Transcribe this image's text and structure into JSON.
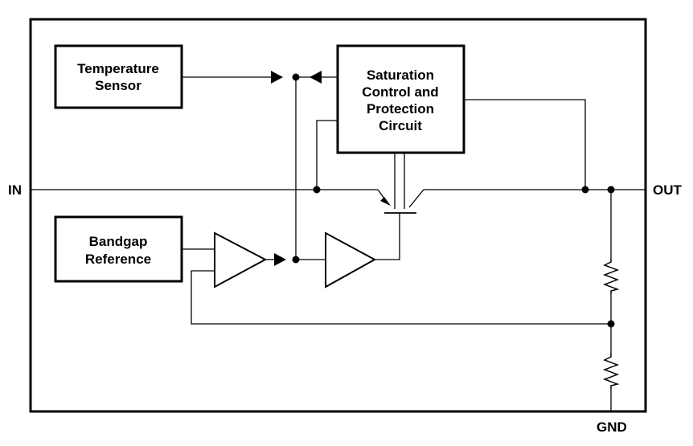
{
  "blocks": {
    "temperature_sensor": {
      "lines": [
        "Temperature",
        "Sensor"
      ]
    },
    "saturation_control": {
      "lines": [
        "Saturation",
        "Control and",
        "Protection",
        "Circuit"
      ]
    },
    "bandgap_reference": {
      "lines": [
        "Bandgap",
        "Reference"
      ]
    }
  },
  "pins": {
    "in": "IN",
    "out": "OUT",
    "gnd": "GND"
  },
  "colors": {
    "stroke": "#000000",
    "background": "#ffffff"
  }
}
